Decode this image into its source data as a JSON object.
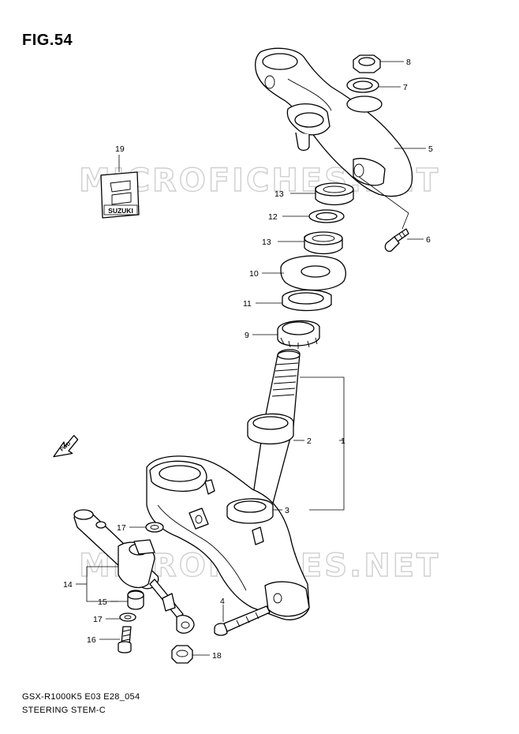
{
  "figure": {
    "title": "FIG.54"
  },
  "footer": {
    "model": "GSX-R1000K5 E03 E28_054",
    "section": "STEERING STEM-C"
  },
  "watermark": {
    "text": "MICROFICHES.NET"
  },
  "emblem": {
    "brand": "SUZUKI"
  },
  "fwd_marker": {
    "text": "FWD"
  },
  "callouts": {
    "c1": "1",
    "c2": "2",
    "c3": "3",
    "c4": "4",
    "c5": "5",
    "c6": "6",
    "c7": "7",
    "c8": "8",
    "c9": "9",
    "c10": "10",
    "c11": "11",
    "c12": "12",
    "c13a": "13",
    "c13b": "13",
    "c14": "14",
    "c15": "15",
    "c16": "16",
    "c17a": "17",
    "c17b": "17",
    "c18": "18",
    "c19": "19"
  }
}
